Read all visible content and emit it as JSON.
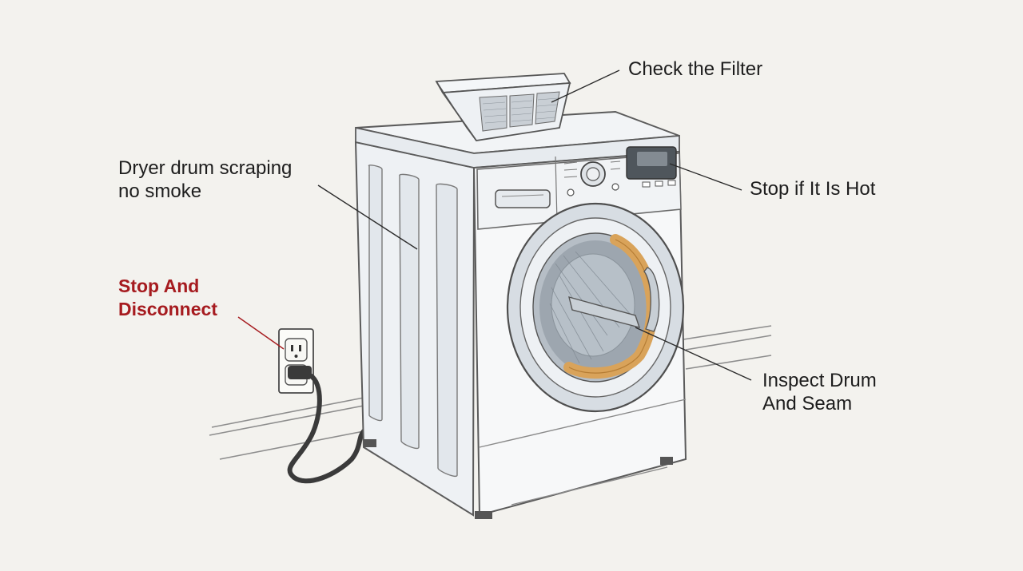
{
  "labels": {
    "filter": "Check the Filter",
    "symptom_line1": "Dryer drum scraping",
    "symptom_line2": "no smoke",
    "hot": "Stop if It Is Hot",
    "disconnect_line1": "Stop And",
    "disconnect_line2": "Disconnect",
    "drum_line1": "Inspect Drum",
    "drum_line2": "And Seam"
  },
  "colors": {
    "background": "#f3f2ee",
    "ink": "#1d1d1d",
    "warning": "#a61b1f",
    "seal": "#d9a35a"
  }
}
